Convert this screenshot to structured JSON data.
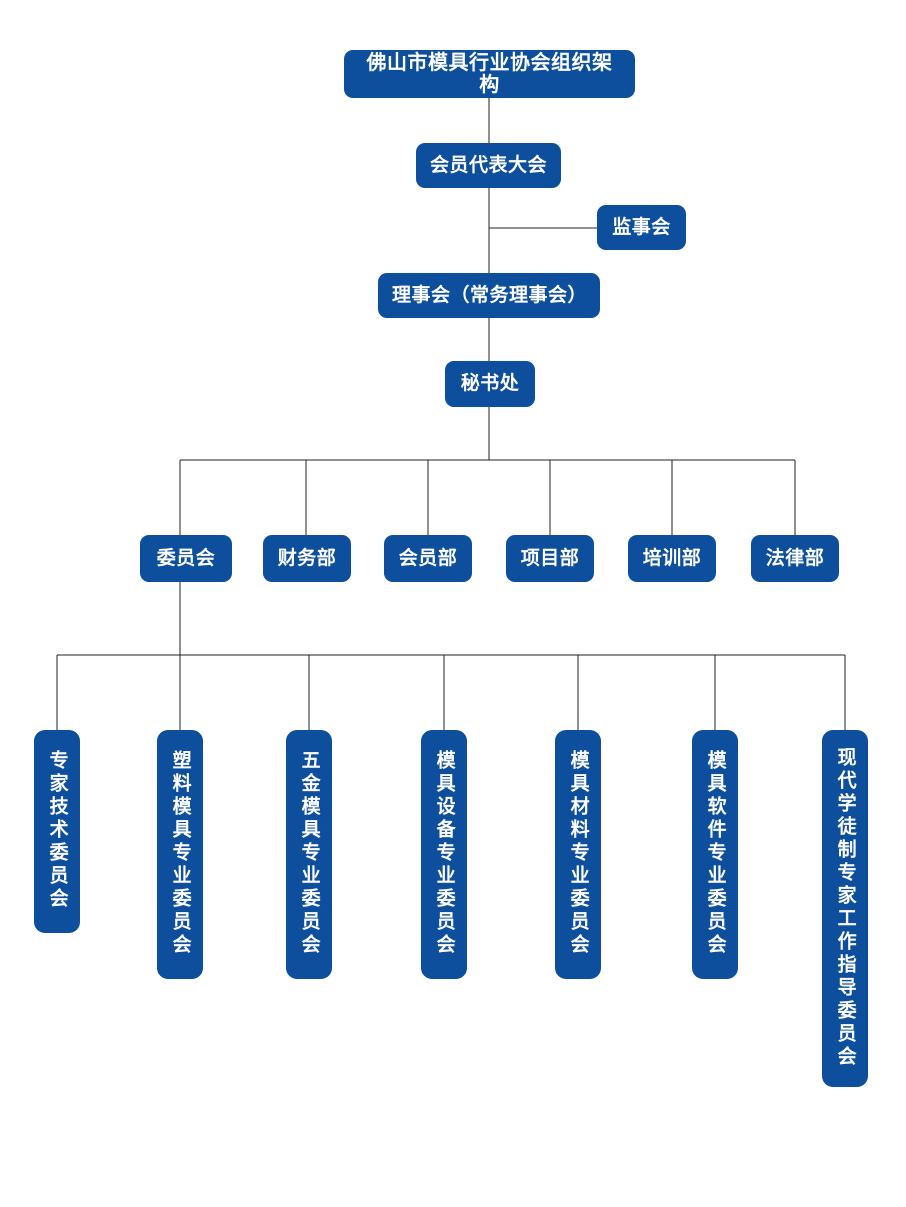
{
  "chart_data": {
    "type": "diagram",
    "title": "佛山市模具行业协会组织架构",
    "accent_color": "#0d4f9c",
    "line_color": "#231f20",
    "text_color": "#ffffff",
    "background": "#ffffff"
  },
  "nodes": {
    "title": "佛山市模具行业协会组织架构",
    "assembly": "会员代表大会",
    "supervisory": "监事会",
    "council": "理事会（常务理事会）",
    "secretariat": "秘书处"
  },
  "departments": [
    {
      "label": "委员会"
    },
    {
      "label": "财务部"
    },
    {
      "label": "会员部"
    },
    {
      "label": "项目部"
    },
    {
      "label": "培训部"
    },
    {
      "label": "法律部"
    }
  ],
  "committees": [
    {
      "label": "专家技术委员会"
    },
    {
      "label": "塑料模具专业委员会"
    },
    {
      "label": "五金模具专业委员会"
    },
    {
      "label": "模具设备专业委员会"
    },
    {
      "label": "模具材料专业委员会"
    },
    {
      "label": "模具软件专业委员会"
    },
    {
      "label": "现代学徒制专家工作指导委员会"
    }
  ]
}
